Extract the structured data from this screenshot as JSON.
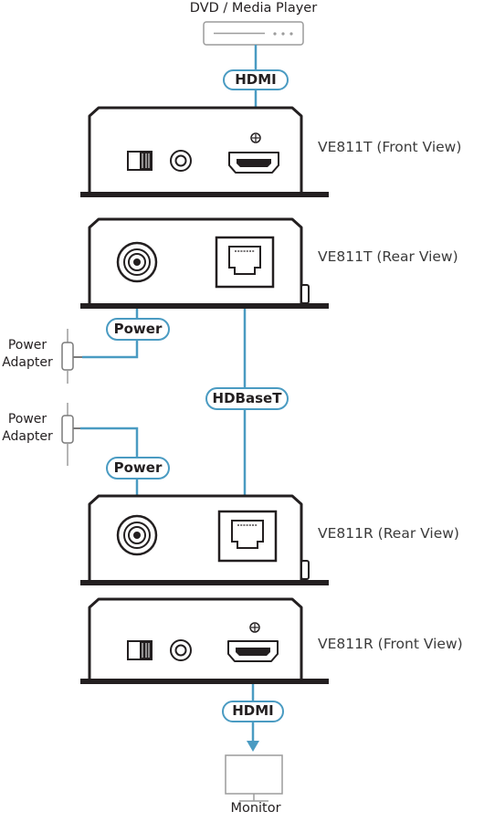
{
  "colors": {
    "cable": "#4a9bc2",
    "device_body": "#3a3a3a",
    "device_outline": "#231f20",
    "panel_fill": "#ffffff",
    "source_outline": "#9c9c9c"
  },
  "source": {
    "label": "DVD / Media Player"
  },
  "sink": {
    "label": "Monitor"
  },
  "devices": {
    "tx_front": {
      "label": "VE811T (Front View)"
    },
    "tx_rear": {
      "label": "VE811T (Rear View)"
    },
    "rx_rear": {
      "label": "VE811R (Rear View)"
    },
    "rx_front": {
      "label": "VE811R (Front View)"
    }
  },
  "cables": {
    "hdmi_in": "HDMI",
    "power_tx": "Power",
    "hdbaset": "HDBaseT",
    "power_rx": "Power",
    "hdmi_out": "HDMI"
  },
  "adapters": {
    "tx": {
      "line1": "Power",
      "line2": "Adapter"
    },
    "rx": {
      "line1": "Power",
      "line2": "Adapter"
    }
  }
}
